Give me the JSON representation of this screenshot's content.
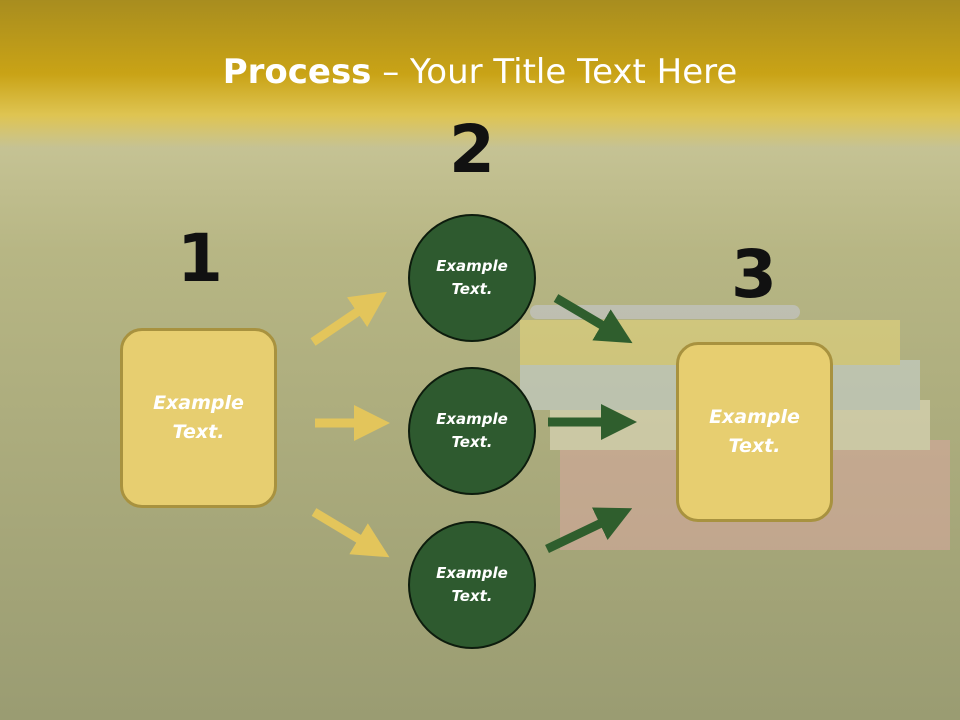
{
  "title": {
    "bold": "Process",
    "rest": " – Your Title Text Here"
  },
  "steps": [
    {
      "number": "1",
      "box_text": "Example Text."
    },
    {
      "number": "2",
      "circles": [
        "Example Text.",
        "Example Text.",
        "Example Text."
      ]
    },
    {
      "number": "3",
      "box_text": "Example Text."
    }
  ],
  "colors": {
    "title_band": "#c9a316",
    "box_fill": "#e7ce70",
    "box_border": "#a8923f",
    "circle_fill": "#2e5a2f",
    "arrow_yellow": "#e3c55b",
    "arrow_green": "#2f5e2d"
  }
}
